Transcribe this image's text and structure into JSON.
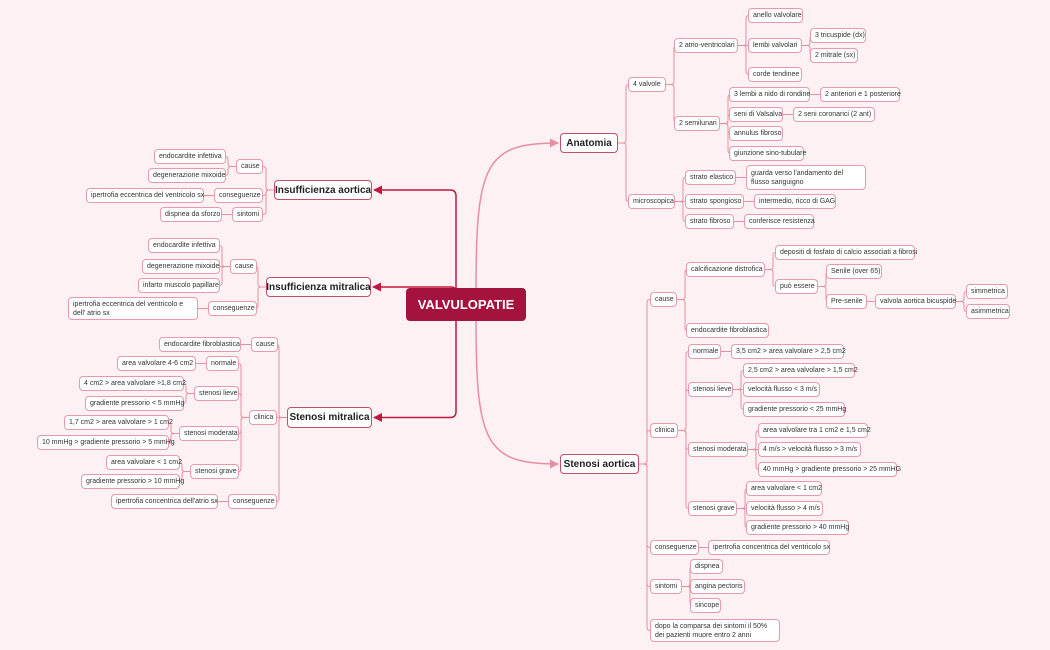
{
  "root": "VALVULOPATIE",
  "colors": {
    "line": "#e98ea2",
    "main_line": "#c2173f",
    "root_bg": "#a3133d",
    "background": "#fdf1f3"
  },
  "anatomia": {
    "title": "Anatomia",
    "valvole": "4 valvole",
    "atrio": "2 atrio-ventricolari",
    "anello": "anello valvolare",
    "lembi": "lembi valvolari",
    "tricuspide": "3 tricuspide (dx)",
    "mitrale": "2 mitrale (sx)",
    "corde": "corde tendinee",
    "semilunari": "2 semilunari",
    "nido": "3 lembi a nido di rondine",
    "anteriori": "2 anteriori e 1 posteriore",
    "valsalva": "seni di Valsalva",
    "coronarici": "2 seni coronarici (2 ant)",
    "annulus": "annulus fibroso",
    "giunzione": "giunzione sino-tubulare",
    "microscopica": "microscopica",
    "elastico": "strato elastico",
    "elastico_desc": "guarda verso l'andamento del flusso sanguigno",
    "spongioso": "strato spongioso",
    "spongioso_desc": "intermedio, ricco di GAG",
    "fibroso": "strato fibroso",
    "fibroso_desc": "conferisce resistenza"
  },
  "insuff_aortica": {
    "title": "Insufficienza aortica",
    "cause": "cause",
    "endocardite": "endocardite infettiva",
    "mixoide": "degenerazione mixoide",
    "conseguenze": "conseguenze",
    "ipertrofia": "ipertrofia eccentrica del ventricolo sx",
    "sintomi": "sintomi",
    "dispnea": "dispnea da sforzo"
  },
  "insuff_mitralica": {
    "title": "Insufficienza mitralica",
    "cause": "cause",
    "endocardite": "endocardite infettiva",
    "mixoide": "degenerazione mixoide",
    "infarto": "infarto muscolo papillare",
    "conseguenze": "conseguenze",
    "ipertrofia": "ipertrofia eccentrica del ventricolo e dell' atrio sx"
  },
  "stenosi_mitralica": {
    "title": "Stenosi mitralica",
    "cause": "cause",
    "endocardite": "endocardite fibroblastica",
    "clinica": "clinica",
    "normale": "normale",
    "normale_area": "area valvolare 4-6 cm2",
    "lieve": "stenosi lieve",
    "lieve_area": "4 cm2 > area valvolare >1,8 cm2",
    "lieve_grad": "gradiente pressorio < 5 mmHg",
    "moderata": "stenosi moderata",
    "moderata_area": "1,7 cm2 > area valvolare > 1 cm2",
    "moderata_grad": "10 mmHg > gradiente pressorio > 5 mmHg",
    "grave": "stenosi grave",
    "grave_area": "area valvolare < 1 cm2",
    "grave_grad": "gradiente pressorio > 10 mmHg",
    "conseguenze": "conseguenze",
    "ipertrofia": "ipertrofia concentrica dell'atrio sx"
  },
  "stenosi_aortica": {
    "title": "Stenosi aortica",
    "cause": "cause",
    "calcificazione": "calcificazione distrofica",
    "depositi": "depositi di fosfato di calcio associati a fibrosi",
    "puo": "può essere",
    "senile": "Senile (over 65)",
    "presenile": "Pre-senile",
    "bicuspide": "valvola aortica bicuspide",
    "simmetrica": "simmetrica",
    "asimmetrica": "asimmetrica",
    "endocardite": "endocardite fibroblastica",
    "clinica": "clinica",
    "normale": "normale",
    "normale_area": "3,5 cm2 > area valvolare > 2,5 cm2",
    "lieve": "stenosi lieve",
    "lieve_area": "2,5 cm2 > area valvolare > 1,5 cm2",
    "lieve_vel": "velocità flusso < 3 m/s",
    "lieve_grad": "gradiente pressorio < 25 mmHg",
    "moderata": "stenosi moderata",
    "moderata_area": "area valvolare tra 1 cm2 e 1,5 cm2",
    "moderata_vel": "4 m/s > velocità flusso > 3 m/s",
    "moderata_grad": "40 mmHg > gradiente pressorio > 25 mmHG",
    "grave": "stenosi grave",
    "grave_area": "area valvolare < 1 cm2",
    "grave_vel": "velocità flusso > 4 m/s",
    "grave_grad": "gradiente pressorio > 40 mmHg",
    "conseguenze": "conseguenze",
    "ipertrofia": "ipertrofia concentrica del ventricolo sx",
    "sintomi": "sintomi",
    "dispnea": "dispnea",
    "angina": "angina pectoris",
    "sincope": "sincope",
    "prognosi": "dopo la comparsa dei sintomi il 50% dei pazienti muore entro 2 anni"
  }
}
